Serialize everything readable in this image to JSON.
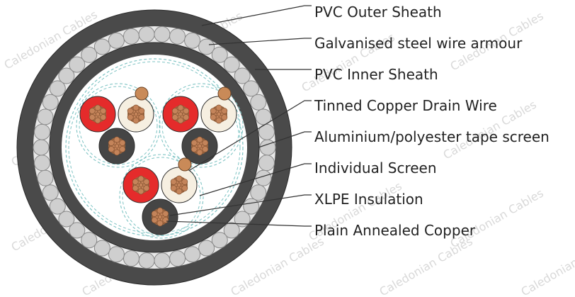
{
  "labels": [
    "PVC Outer Sheath",
    "Galvanised steel wire armour",
    "PVC Inner Sheath",
    "Tinned Copper Drain Wire",
    "Aluminium/polyester tape screen",
    "Individual Screen",
    "XLPE Insulation",
    "Plain Annealed Copper"
  ],
  "watermark": "Caledonian Cables",
  "colors": {
    "outer_sheath": "#4a4a4a",
    "armour_wire": "#cfcfcf",
    "inner_sheath": "#4a4a4a",
    "filler": "#ffffff",
    "core_red": "#e52b2b",
    "core_white": "#f6efe1",
    "core_black": "#454545",
    "copper": "#c4845a",
    "drain_wire": "#c98a58",
    "screen_line": "#7fc4c4",
    "leader": "#333333"
  }
}
